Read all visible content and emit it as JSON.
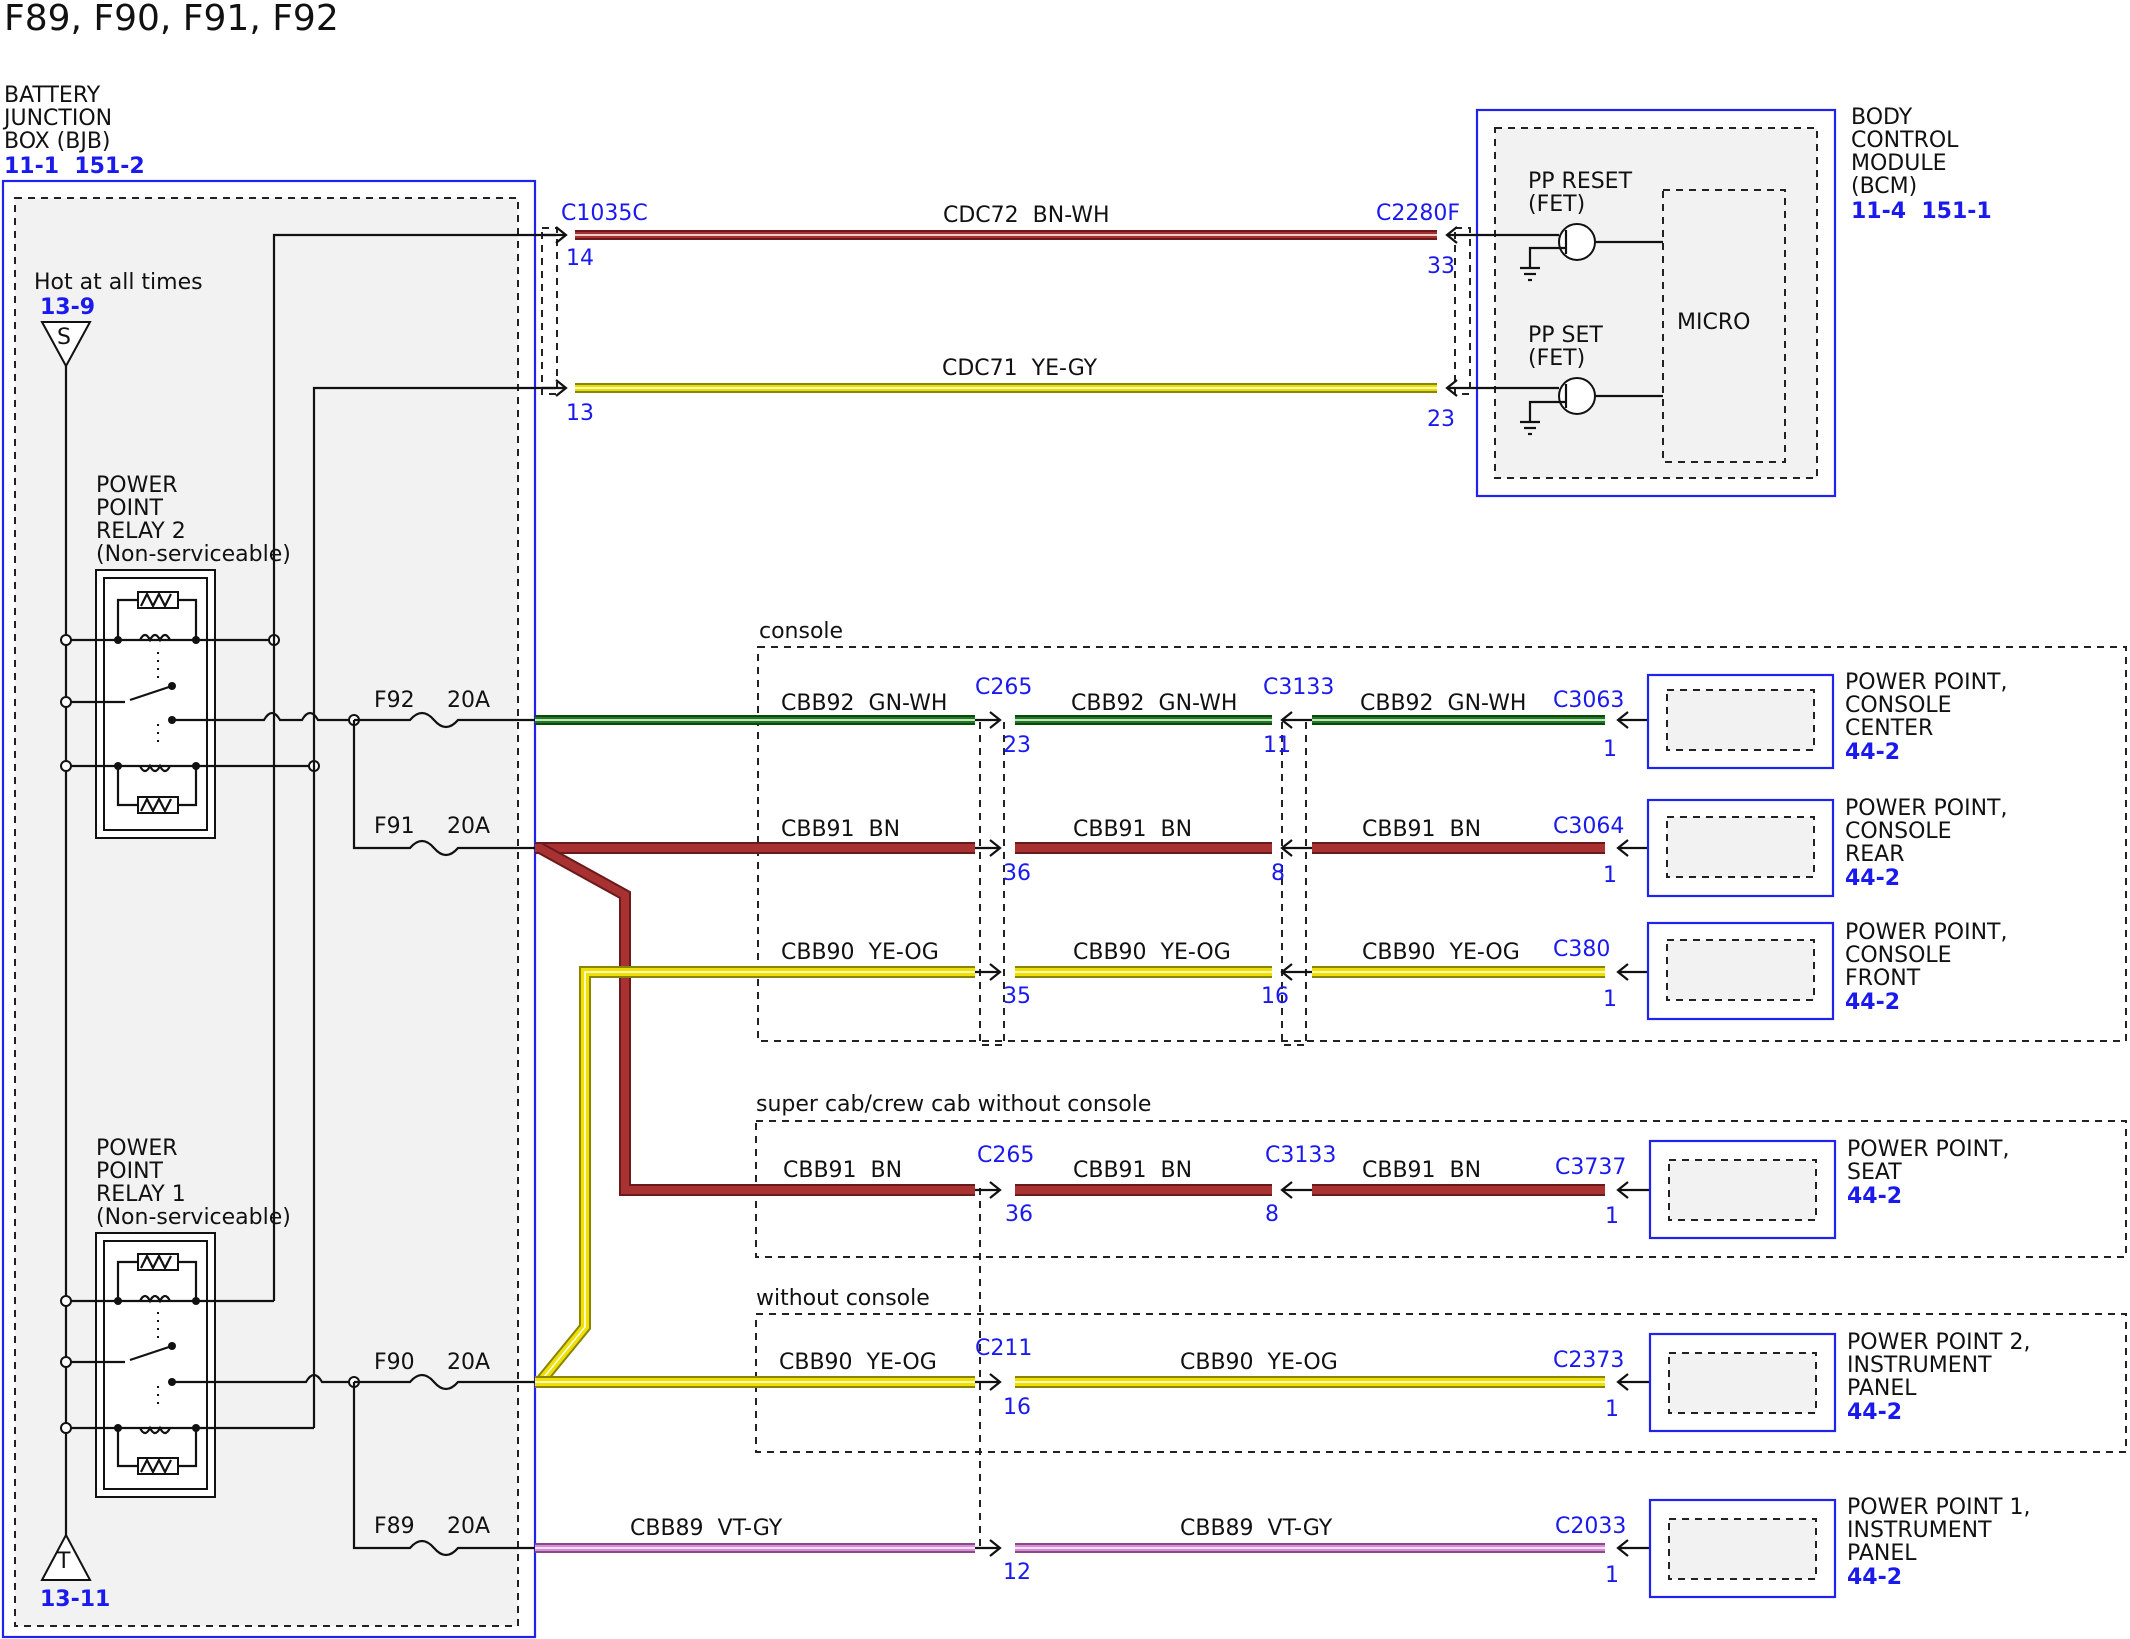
{
  "title": "F89, F90, F91, F92",
  "bjb": {
    "name_lines": [
      "BATTERY",
      "JUNCTION",
      "BOX (BJB)"
    ],
    "refs": "11-1  151-2",
    "hot_label": "Hot at all times",
    "hot_ref": "13-9",
    "s_symbol": "S",
    "t_symbol": "T",
    "t_ref": "13-11",
    "relay2_lines": [
      "POWER",
      "POINT",
      "RELAY 2",
      "(Non-serviceable)"
    ],
    "relay1_lines": [
      "POWER",
      "POINT",
      "RELAY 1",
      "(Non-serviceable)"
    ],
    "fuses": [
      {
        "name": "F92",
        "rating": "20A"
      },
      {
        "name": "F91",
        "rating": "20A"
      },
      {
        "name": "F90",
        "rating": "20A"
      },
      {
        "name": "F89",
        "rating": "20A"
      }
    ]
  },
  "bcm": {
    "name_lines": [
      "BODY",
      "CONTROL",
      "MODULE",
      "(BCM)"
    ],
    "refs": "11-4  151-1",
    "reset_lines": [
      "PP RESET",
      "(FET)"
    ],
    "set_lines": [
      "PP SET",
      "(FET)"
    ],
    "micro": "MICRO"
  },
  "bcm_circuits": [
    {
      "left_conn": "C1035C",
      "left_pin": "14",
      "circuit": "CDC72  BN-WH",
      "right_conn": "C2280F",
      "right_pin": "33",
      "color": "#a83232"
    },
    {
      "left_conn": "",
      "left_pin": "13",
      "circuit": "CDC71  YE-GY",
      "right_conn": "",
      "right_pin": "23",
      "color": "#e8e000"
    }
  ],
  "groups": {
    "console": "console",
    "super_cab": "super cab/crew cab without console",
    "without_console": "without console"
  },
  "wire_colors": {
    "GN-WH": "#1e7a1e",
    "BN": "#a83232",
    "YE-OG": "#f0e000",
    "VT-GY": "#d68fd6"
  },
  "outputs": [
    {
      "seg1": "CBB92  GN-WH",
      "c1": "C265",
      "p1": "23",
      "seg2": "CBB92  GN-WH",
      "c2": "C3133",
      "p2": "11",
      "seg3": "CBB92  GN-WH",
      "c3": "C3063",
      "p3": "1",
      "device_lines": [
        "POWER POINT,",
        "CONSOLE",
        "CENTER"
      ],
      "device_ref": "44-2"
    },
    {
      "seg1": "CBB91  BN",
      "c1": "",
      "p1": "36",
      "seg2": "CBB91  BN",
      "c2": "",
      "p2": "8",
      "seg3": "CBB91  BN",
      "c3": "C3064",
      "p3": "1",
      "device_lines": [
        "POWER POINT,",
        "CONSOLE",
        "REAR"
      ],
      "device_ref": "44-2"
    },
    {
      "seg1": "CBB90  YE-OG",
      "c1": "",
      "p1": "35",
      "seg2": "CBB90  YE-OG",
      "c2": "",
      "p2": "16",
      "seg3": "CBB90  YE-OG",
      "c3": "C380",
      "p3": "1",
      "device_lines": [
        "POWER POINT,",
        "CONSOLE",
        "FRONT"
      ],
      "device_ref": "44-2"
    },
    {
      "seg1": "CBB91  BN",
      "c1": "C265",
      "p1": "36",
      "seg2": "CBB91  BN",
      "c2": "C3133",
      "p2": "8",
      "seg3": "CBB91  BN",
      "c3": "C3737",
      "p3": "1",
      "device_lines": [
        "POWER POINT,",
        "SEAT"
      ],
      "device_ref": "44-2"
    },
    {
      "seg1": "CBB90  YE-OG",
      "c1": "C211",
      "p1": "16",
      "seg2": "CBB90  YE-OG",
      "c2": "",
      "p2": "",
      "seg3": "",
      "c3": "C2373",
      "p3": "1",
      "device_lines": [
        "POWER POINT 2,",
        "INSTRUMENT",
        "PANEL"
      ],
      "device_ref": "44-2"
    },
    {
      "seg1": "CBB89  VT-GY",
      "c1": "",
      "p1": "12",
      "seg2": "CBB89  VT-GY",
      "c2": "",
      "p2": "",
      "seg3": "",
      "c3": "C2033",
      "p3": "1",
      "device_lines": [
        "POWER POINT 1,",
        "INSTRUMENT",
        "PANEL"
      ],
      "device_ref": "44-2"
    }
  ]
}
